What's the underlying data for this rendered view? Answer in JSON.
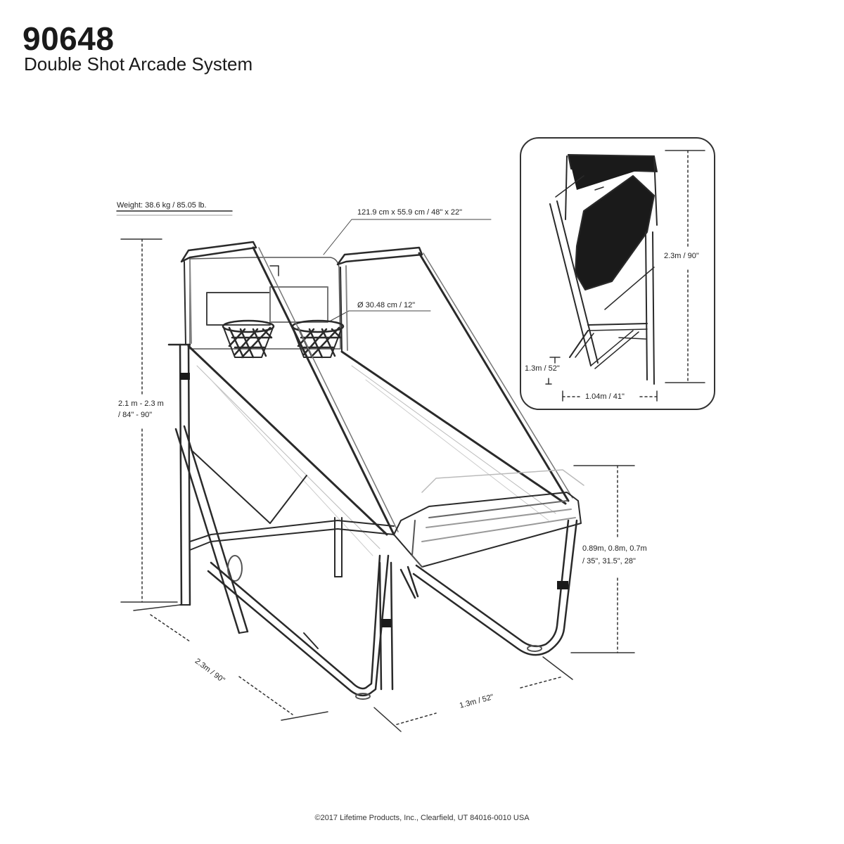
{
  "header": {
    "model_number": "90648",
    "product_name": "Double Shot Arcade System"
  },
  "dimensions": {
    "weight": "Weight: 38.6 kg / 85.05 lb.",
    "backboard": "121.9 cm x 55.9 cm / 48\" x 22\"",
    "rim": "Ø 30.48 cm / 12\"",
    "height_range_line1": "2.1 m - 2.3 m",
    "height_range_line2": "/ 84\" - 90\"",
    "ramp_height_line1": "0.89m, 0.8m, 0.7m",
    "ramp_height_line2": "/ 35\", 31.5\", 28\"",
    "length": "2.3m / 90\"",
    "width": "1.3m / 52\"",
    "folded_height": "2.3m / 90\"",
    "folded_depth": "1.3m / 52\"",
    "folded_width": "1.04m / 41\""
  },
  "footer": {
    "copyright": "©2017 Lifetime Products, Inc., Clearfield, UT 84016-0010 USA"
  }
}
